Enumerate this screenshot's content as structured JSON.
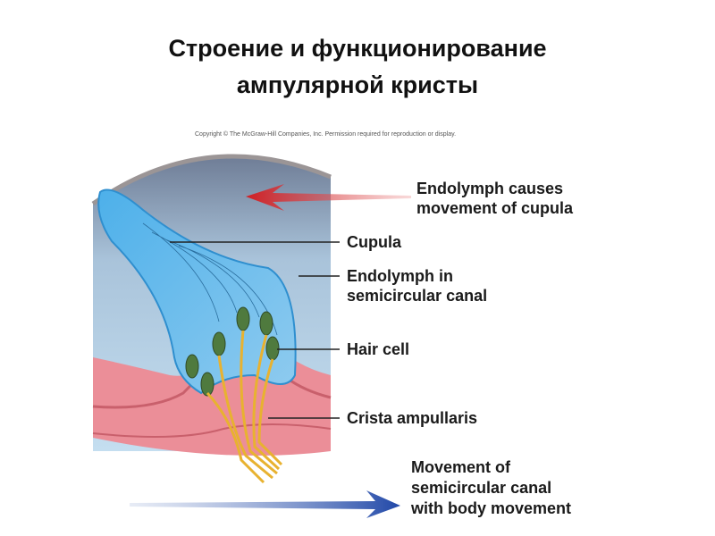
{
  "title": {
    "line1": "Строение и функционирование",
    "line2": "ампулярной кристы"
  },
  "figure": {
    "copyright": "Copyright © The McGraw-Hill Companies, Inc. Permission required for reproduction or display.",
    "labels": {
      "endolymph_causes_1": "Endolymph causes",
      "endolymph_causes_2": "movement of cupula",
      "cupula": "Cupula",
      "endolymph_in_1": "Endolymph in",
      "endolymph_in_2": "semicircular canal",
      "hair_cell": "Hair cell",
      "crista": "Crista ampullaris",
      "movement_1": "Movement of",
      "movement_2": "semicircular canal",
      "movement_3": "with body movement"
    },
    "colors": {
      "red_arrow": "#d42a2a",
      "blue_arrow": "#2a4fa8",
      "cupula": "#5ab4e6",
      "tissue": "#e88a94"
    }
  }
}
